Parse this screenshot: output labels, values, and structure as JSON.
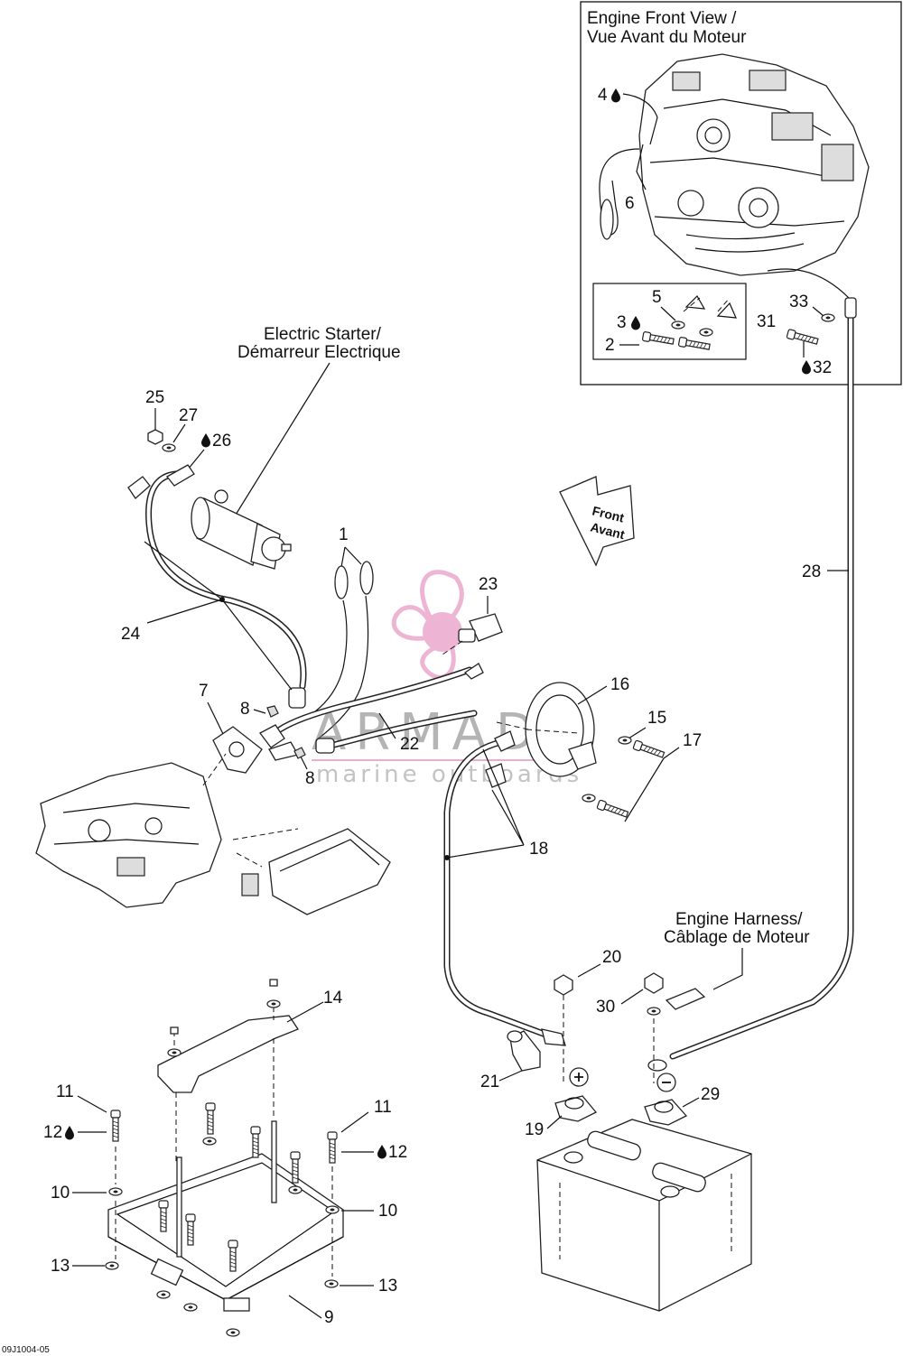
{
  "inset": {
    "title_line1": "Engine Front View /",
    "title_line2": "Vue Avant du Moteur"
  },
  "labels": {
    "starter_line1": "Electric Starter/",
    "starter_line2": "Démarreur Electrique",
    "harness_line1": "Engine Harness/",
    "harness_line2": "Câblage de Moteur",
    "front_line1": "Front",
    "front_line2": "Avant"
  },
  "callouts": {
    "n1": "1",
    "n2": "2",
    "n3": "3",
    "n4": "4",
    "n5": "5",
    "n6": "6",
    "n7": "7",
    "n8a": "8",
    "n8b": "8",
    "n9": "9",
    "n10a": "10",
    "n10b": "10",
    "n11a": "11",
    "n11b": "11",
    "n12a": "12",
    "n12b": "12",
    "n13a": "13",
    "n13b": "13",
    "n14": "14",
    "n15": "15",
    "n16": "16",
    "n17": "17",
    "n18": "18",
    "n19": "19",
    "n20": "20",
    "n21": "21",
    "n22": "22",
    "n23": "23",
    "n24": "24",
    "n25": "25",
    "n26": "26",
    "n27": "27",
    "n28": "28",
    "n29": "29",
    "n30": "30",
    "n31": "31",
    "n32": "32",
    "n33": "33"
  },
  "watermark": {
    "brand": "ARMADA",
    "tagline": "marine outboards"
  },
  "footer": {
    "ref": "09J1004-05"
  },
  "colors": {
    "ink": "#111111",
    "watermark_pink": "#e07ab0",
    "watermark_gray": "#777777",
    "background": "#ffffff"
  },
  "icons": {
    "liquid_drop": "drop-icon",
    "plus": "plus-terminal-icon",
    "minus": "minus-terminal-icon"
  }
}
